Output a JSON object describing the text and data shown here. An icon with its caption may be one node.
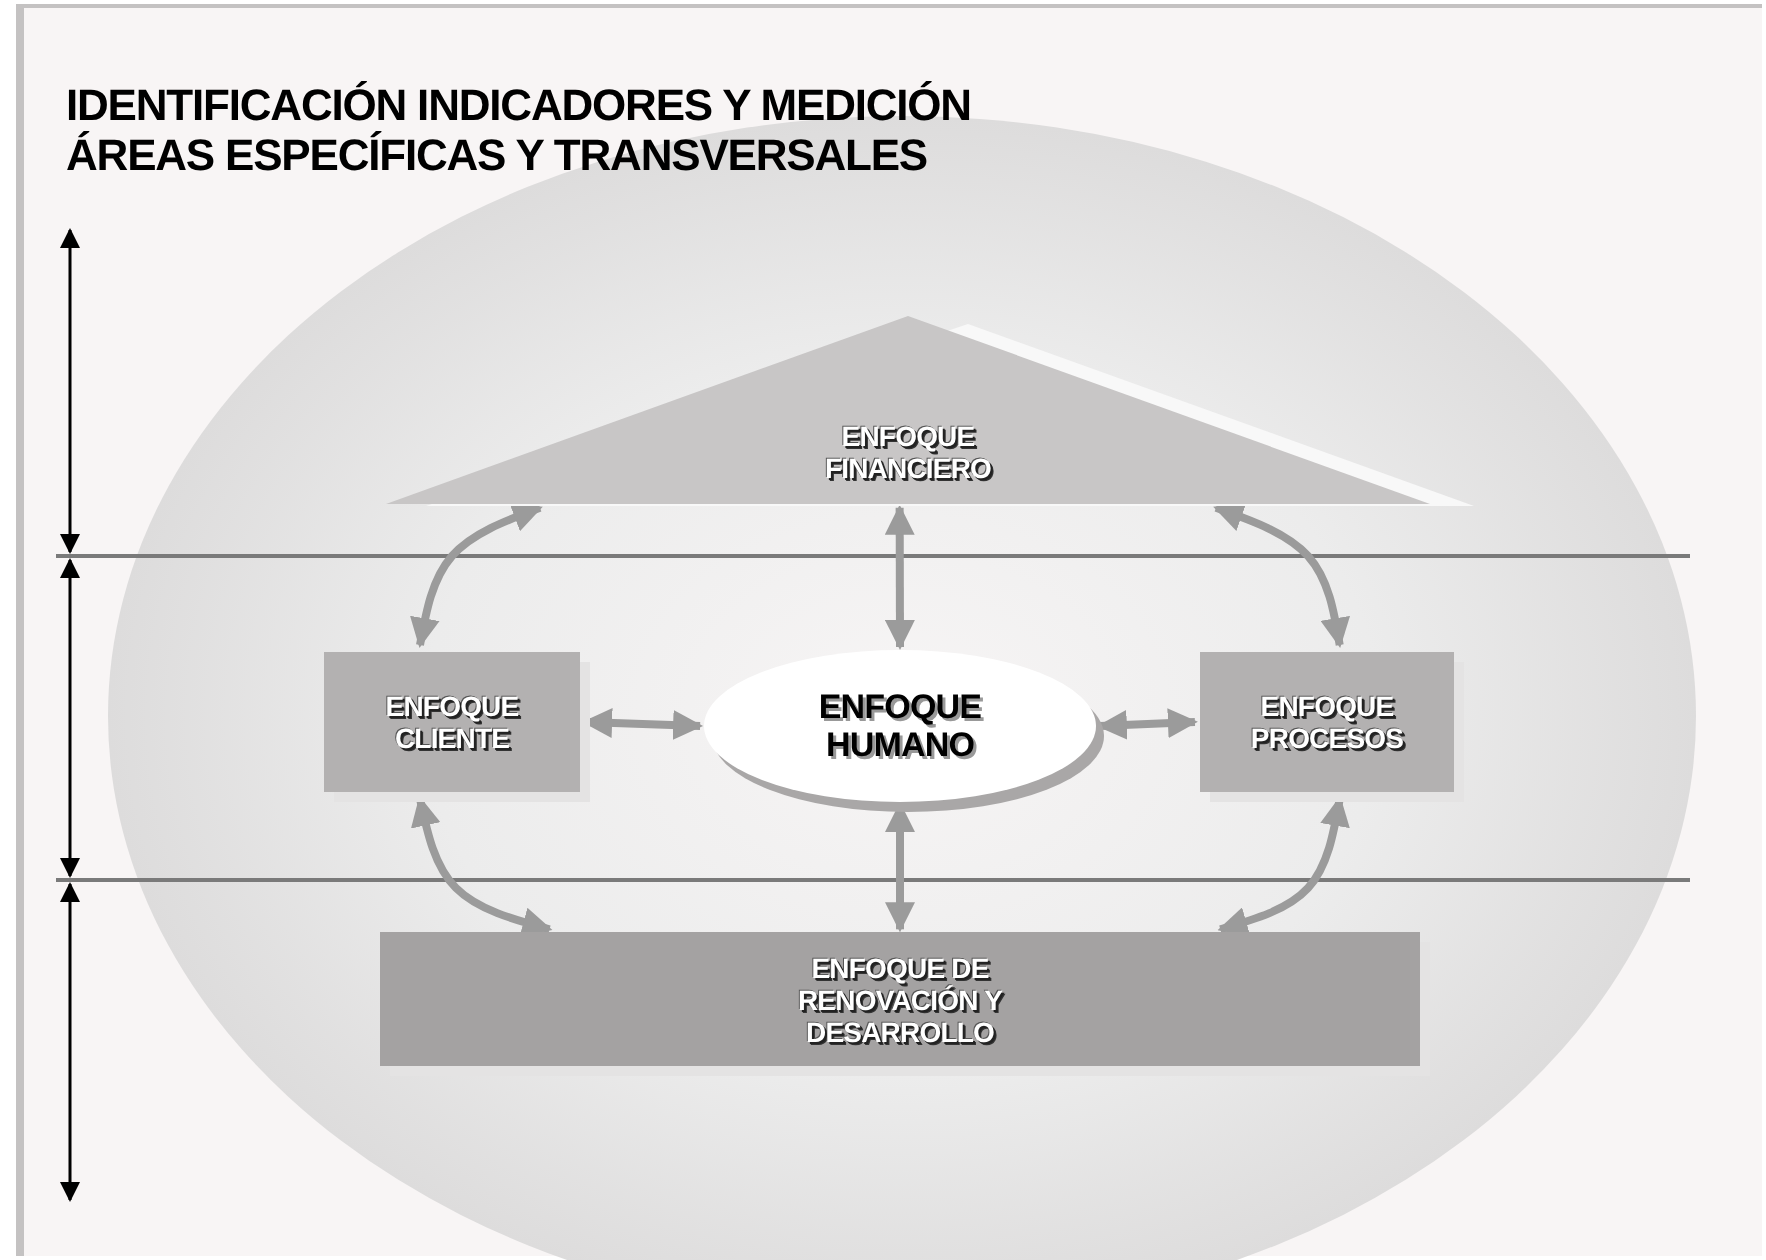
{
  "diagram": {
    "title": "IDENTIFICACIÓN INDICADORES Y MEDICIÓN ÁREAS ESPECÍFICAS Y TRANSVERSALES",
    "nodes": [
      {
        "text": [
          "ENFOQUE FINANCIERO"
        ]
      },
      {
        "text": [
          "ENFOQUE CLIENTE"
        ]
      },
      {
        "text": [
          "ENFOQUE HUMANO"
        ]
      },
      {
        "text": [
          "ENFOQUE PROCESOS"
        ]
      },
      {
        "text": [
          "ENFOQUE DE RENOVACIÓN Y DESARROLLO"
        ]
      }
    ],
    "edges": [
      {
        "from": 1,
        "to": 0,
        "arrow": "both"
      },
      {
        "from": 2,
        "to": 0,
        "arrow": "both"
      },
      {
        "from": 3,
        "to": 0,
        "arrow": "both"
      },
      {
        "from": 1,
        "to": 2,
        "arrow": "both"
      },
      {
        "from": 2,
        "to": 3,
        "arrow": "both"
      },
      {
        "from": 1,
        "to": 4,
        "arrow": "both"
      },
      {
        "from": 2,
        "to": 4,
        "arrow": "both"
      },
      {
        "from": 3,
        "to": 4,
        "arrow": "both"
      }
    ]
  }
}
